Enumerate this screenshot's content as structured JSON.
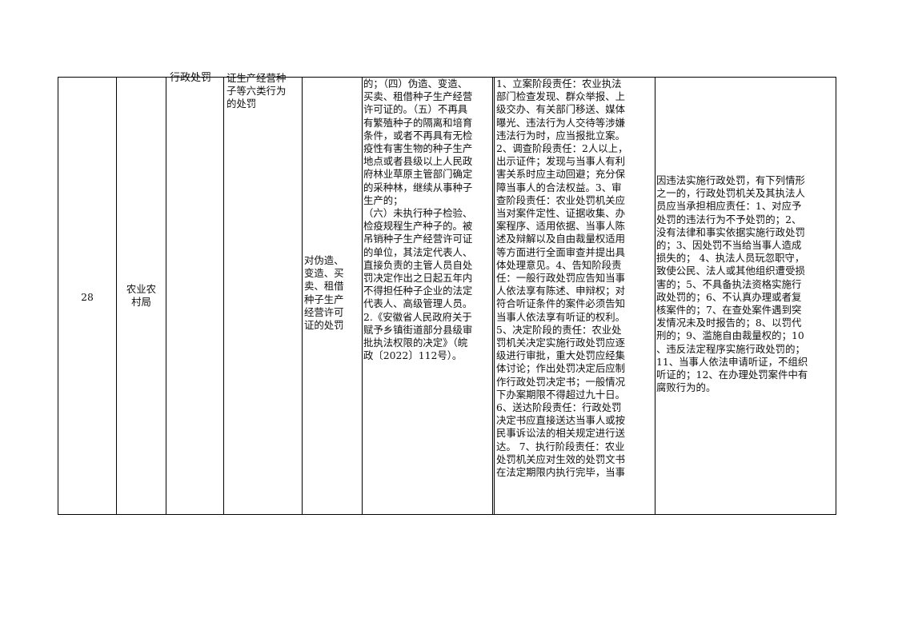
{
  "row": {
    "number": "28",
    "department": "农业农\n村局",
    "category_fragment": "行政处罚",
    "item_name_fragment": "证生产经营种\n子等六类行为\n的处罚",
    "sub_item": "对伪造、\n变造、买\n卖、租借\n种子生产\n经营许可\n证的处罚",
    "basis": "的；（四）伪造、变造、\n买卖、租借种子生产经营\n许可证的。（五）不再具\n有繁殖种子的隔离和培育\n条件，或者不再具有无检\n疫性有害生物的种子生产\n地点或者县级以上人民政\n府林业草原主管部门确定\n的采种林，继续从事种子\n生产的；\n（六）未执行种子检验、\n检疫规程生产种子的。被\n吊销种子生产经营许可证\n的单位，其法定代表人、\n直接负责的主管人员自处\n罚决定作出之日起五年内\n不得担任种子企业的法定\n代表人、高级管理人员。\n2.《安徽省人民政府关于\n赋予乡镇街道部分县级审\n批执法权限的决定》（皖\n政〔2022〕112号）。",
    "responsibility": "1、立案阶段责任：农业执法\n部门检查发现、群众举报、上\n级交办、有关部门移送、媒体\n曝光、违法行为人交待等涉嫌\n违法行为时，应当报批立案。\n2、调查阶段责任：2人以上，\n出示证件；发现与当事人有利\n害关系时应主动回避；充分保\n障当事人的合法权益。3、审\n查阶段责任：农业处罚机关应\n当对案件定性、证据收集、办\n案程序、适用依据、当事人陈\n述及辩解以及自由裁量权适用\n等方面进行全面审查并提出具\n体处理意见。4、告知阶段责\n任：一般行政处罚应告知当事\n人依法享有陈述、申辩权；对\n符合听证条件的案件必须告知\n当事人依法享有听证的权利。\n5、决定阶段的责任：农业处\n罚机关决定实施行政处罚应逐\n级进行审批，重大处罚应经集\n体讨论；作出处罚决定后应制\n作行政处罚决定书；一般情况\n下办案期限不得超过九十日。\n6、送达阶段责任：行政处罚\n决定书应直接送达当事人或按\n民事诉讼法的相关规定进行送\n达。 7、执行阶段责任：农业\n处罚机关应对生效的处罚文书\n在法定期限内执行完毕，当事",
    "accountability": "因违法实施行政处罚，有下列情形\n之一的，行政处罚机关及其执法人\n员应当承担相应责任：1、对应予\n处罚的违法行为不予处罚的；2、\n没有法律和事实依据实施行政处罚\n的；3、因处罚不当给当事人造成\n损失的； 4、执法人员玩忽职守，\n致使公民、法人或其他组织遭受损\n害的；5、不具备执法资格实施行\n政处罚的；6、不认真办理或者复\n核案件的；7、在查处案件遇到突\n发情况未及时报告的；8、以罚代\n刑的；9、滥施自由裁量权的；10\n、违反法定程序实施行政处罚的；\n11、当事人依法申请听证，不组织\n听证的；12、在办理处罚案件中有\n腐败行为的。"
  }
}
